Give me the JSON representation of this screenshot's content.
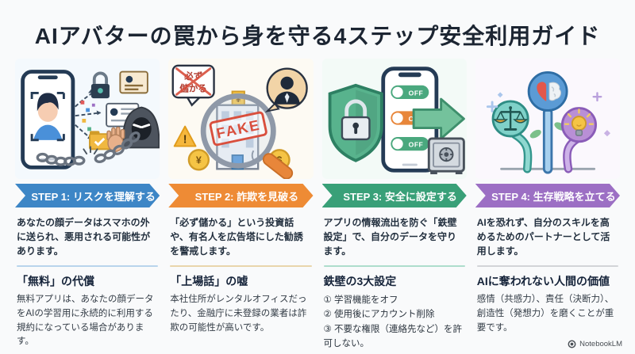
{
  "title": "AIアバターの罠から身を守る4ステップ安全利用ガイド",
  "colors": {
    "step1_accent": "#3d86c6",
    "step2_accent": "#ee8b35",
    "step3_accent": "#39a078",
    "step4_accent": "#9c6fc4"
  },
  "steps": [
    {
      "banner": "STEP 1: リスクを理解する",
      "lead": "あなたの顔データはスマホの外に送られ、悪用される可能性があります。",
      "subheading": "「無料」の代償",
      "body": "無料アプリは、あなたの顔データをAIの学習用に永続的に利用する規約になっている場合があります。"
    },
    {
      "banner": "STEP 2: 詐欺を見破る",
      "lead": "「必ず儲かる」という投資話や、有名人を広告塔にした勧誘を警戒します。",
      "subheading": "「上場話」の嘘",
      "body": "本社住所がレンタルオフィスだったり、金融庁に未登録の業者は詐欺の可能性が高いです。"
    },
    {
      "banner": "STEP 3: 安全に設定する",
      "lead": "アプリの情報流出を防ぐ「鉄壁設定」で、自分のデータを守ります。",
      "subheading": "鉄壁の3大設定",
      "list": [
        "① 学習機能をオフ",
        "② 使用後にアカウント削除",
        "③ 不要な権限（連絡先など）を許可しない。"
      ]
    },
    {
      "banner": "STEP 4: 生存戦略を立てる",
      "lead": "AIを恐れず、自分のスキルを高めるためのパートナーとして活用します。",
      "subheading": "AIに奪われない人間の価値",
      "body": "感情（共感力）、責任（決断力）、創造性（発想力）を磨くことが重要です。"
    }
  ],
  "illustration_labels": {
    "scam_bubble_line1": "必ず",
    "scam_bubble_line2": "儲かる",
    "fake_stamp": "FAKE",
    "yen_sign": "¥",
    "dollar_sign": "$",
    "warning_mark": "!",
    "toggle_off": "OFF"
  },
  "footer": {
    "brand": "NotebookLM"
  }
}
